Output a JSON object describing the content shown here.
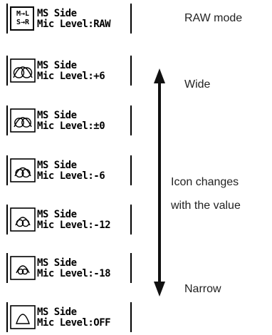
{
  "panels": [
    {
      "line1": "MS Side",
      "line2": "Mic Level:RAW",
      "raw_icon": {
        "top": "M→L",
        "bottom": "S→R"
      }
    },
    {
      "line1": "MS Side",
      "line2": "Mic Level:+6"
    },
    {
      "line1": "MS Side",
      "line2": "Mic Level:±0"
    },
    {
      "line1": "MS Side",
      "line2": "Mic Level:-6"
    },
    {
      "line1": "MS Side",
      "line2": "Mic Level:-12"
    },
    {
      "line1": "MS Side",
      "line2": "Mic Level:-18"
    },
    {
      "line1": "MS Side",
      "line2": "Mic Level:OFF"
    }
  ],
  "annotations": {
    "raw_mode": "RAW mode",
    "wide": "Wide",
    "icon_changes_1": "Icon changes",
    "icon_changes_2": "with the value",
    "narrow": "Narrow"
  }
}
